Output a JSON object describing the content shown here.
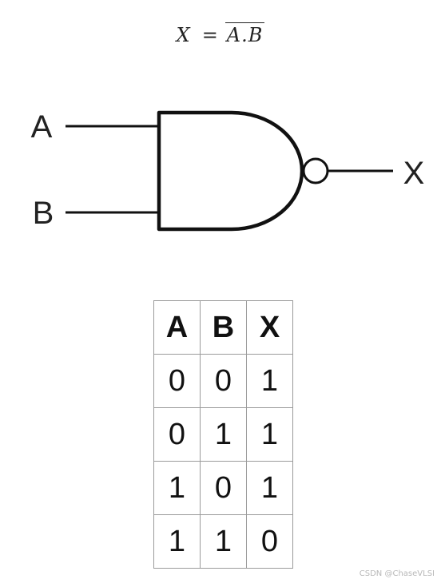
{
  "equation": {
    "lhs": "X",
    "equals": "=",
    "rhs": "A.B"
  },
  "gate": {
    "input_a_label": "A",
    "input_b_label": "B",
    "output_label": "X"
  },
  "truth_table": {
    "headers": [
      "A",
      "B",
      "X"
    ],
    "rows": [
      [
        "0",
        "0",
        "1"
      ],
      [
        "0",
        "1",
        "1"
      ],
      [
        "1",
        "0",
        "1"
      ],
      [
        "1",
        "1",
        "0"
      ]
    ]
  },
  "watermark": "CSDN @ChaseVLSI"
}
